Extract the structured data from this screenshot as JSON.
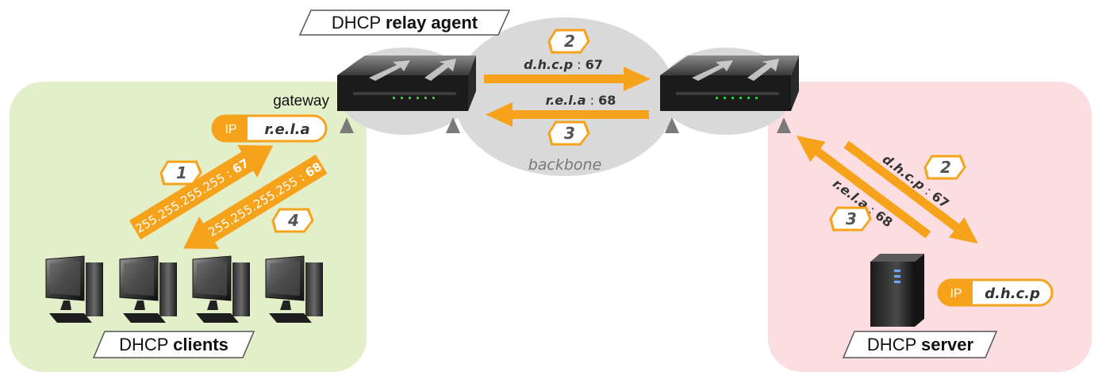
{
  "zones": {
    "clients_label_regular": "DHCP ",
    "clients_label_bold": "clients",
    "server_label_regular": "DHCP ",
    "server_label_bold": "server",
    "relay_label_regular": "DHCP ",
    "relay_label_bold": "relay agent",
    "backbone_label": "backbone",
    "gateway_label": "gateway"
  },
  "ip_badges": {
    "gateway": {
      "prefix": "IP",
      "value": "r.e.l.a"
    },
    "server": {
      "prefix": "IP",
      "value": "d.h.c.p"
    }
  },
  "arrows": {
    "a1": {
      "addr": "255.255.255.255 : ",
      "port": "67",
      "step": "1"
    },
    "a4": {
      "addr": "255.255.255.255 : ",
      "port": "68",
      "step": "4"
    },
    "b2": {
      "addr": "d.h.c.p",
      "sep": " : ",
      "port": "67",
      "step": "2"
    },
    "b3": {
      "addr": "r.e.l.a",
      "sep": " : ",
      "port": "68",
      "step": "3"
    },
    "c2": {
      "addr": "d.h.c.p",
      "sep": " : ",
      "port": "67",
      "step": "2"
    },
    "c3": {
      "addr": "r.e.l.a",
      "sep": " : ",
      "port": "68",
      "step": "3"
    }
  },
  "colors": {
    "client_zone": "#e2efc8",
    "server_zone": "#fcdde1",
    "backbone": "#d9d9d9",
    "arrow": "#f7a21b",
    "badge_text": "#333333"
  }
}
